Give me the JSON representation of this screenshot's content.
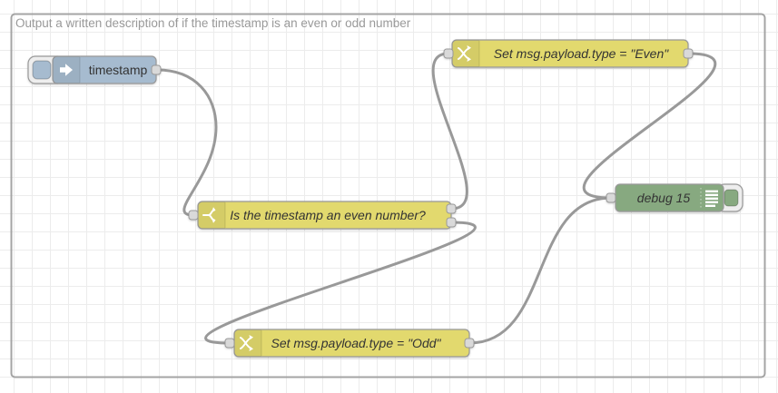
{
  "group": {
    "label": "Output a written description of if the timestamp is an even or odd number"
  },
  "nodes": {
    "inject": {
      "type": "inject",
      "label": "timestamp",
      "color": "#a6bbcf"
    },
    "switch": {
      "type": "switch",
      "label": "Is the timestamp an even number?",
      "color": "#e2d96e",
      "outputs": 2
    },
    "change_even": {
      "type": "change",
      "label": "Set msg.payload.type = \"Even\"",
      "color": "#e2d96e"
    },
    "change_odd": {
      "type": "change",
      "label": "Set msg.payload.type = \"Odd\"",
      "color": "#e2d96e"
    },
    "debug": {
      "type": "debug",
      "label": "debug 15",
      "color": "#87a980"
    }
  },
  "icons": {
    "inject": "inject-arrow-icon",
    "switch": "switch-fork-icon",
    "change": "change-shuffle-icon",
    "debug": "debug-lines-icon"
  },
  "colors": {
    "canvas_bg": "#ffffff",
    "grid_line": "#ececec",
    "wire": "#999999",
    "node_border": "#999999",
    "port_fill": "#d9d9d9",
    "group_border": "#a4a4a4",
    "group_label_text": "#999999",
    "node_label_text": "#333333"
  }
}
